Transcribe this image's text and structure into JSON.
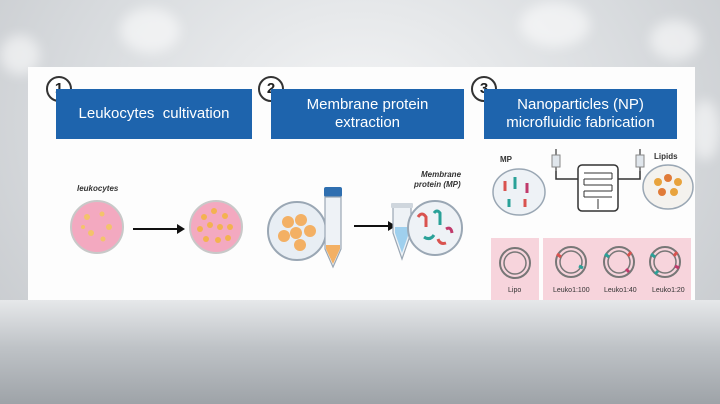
{
  "steps": [
    {
      "number": "1",
      "title": "Leukocytes  cultivation"
    },
    {
      "number": "2",
      "title_line1": "Membrane protein",
      "title_line2": "extraction"
    },
    {
      "number": "3",
      "title_line1": "Nanoparticles (NP)",
      "title_line2": "microfluidic fabrication"
    }
  ],
  "labels": {
    "leukocytes": "leukocytes",
    "membrane_protein_line1": "Membrane",
    "membrane_protein_line2": "protein (MP)",
    "mp": "MP",
    "lipids": "Lipids"
  },
  "formulations": [
    "Lipo",
    "Leuko1:100",
    "Leuko1:40",
    "Leuko1:20"
  ],
  "colors": {
    "header_blue": "#1e64ad",
    "pink_box": "#f7d4dc",
    "dish_pink": "#f3a9c0"
  }
}
